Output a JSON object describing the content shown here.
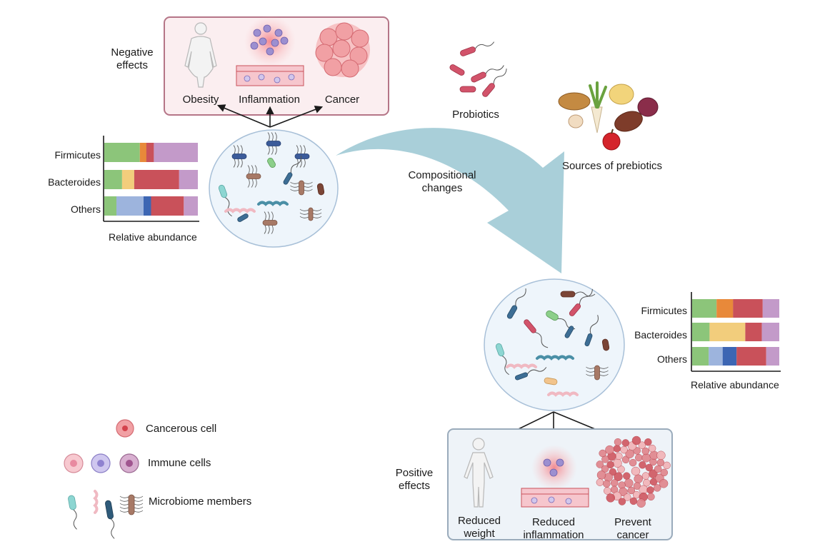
{
  "negative": {
    "heading": "Negative\neffects",
    "items": [
      "Obesity",
      "Inflammation",
      "Cancer"
    ]
  },
  "probiotics_label": "Probiotics",
  "prebiotics_label": "Sources of prebiotics",
  "arrow_label": "Compositional\nchanges",
  "positive": {
    "heading": "Positive\neffects",
    "items": [
      "Reduced\nweight",
      "Reduced\ninflammation",
      "Prevent\ncancer"
    ]
  },
  "legend": {
    "cancer": "Cancerous cell",
    "immune": "Immune cells",
    "microbiome": "Microbiome members"
  },
  "colors": {
    "green": "#8cc57a",
    "orange": "#e8893a",
    "red": "#c9515a",
    "purple": "#c39ac9",
    "yellow": "#f2cd7c",
    "lightblue": "#9db4dd",
    "blue": "#3d66b3",
    "arrow": "#a9cfd9",
    "neg_box": "#b57587",
    "pos_box": "#9aabbb"
  },
  "chart_data": [
    {
      "type": "bar",
      "stacked": true,
      "orientation": "horizontal",
      "categories": [
        "Firmicutes",
        "Bacteroides",
        "Others"
      ],
      "xlabel": "Relative abundance",
      "segments": [
        [
          {
            "color": "green",
            "value": 0.38
          },
          {
            "color": "orange",
            "value": 0.07
          },
          {
            "color": "red",
            "value": 0.08
          },
          {
            "color": "purple",
            "value": 0.47
          }
        ],
        [
          {
            "color": "green",
            "value": 0.19
          },
          {
            "color": "yellow",
            "value": 0.13
          },
          {
            "color": "red",
            "value": 0.48
          },
          {
            "color": "purple",
            "value": 0.2
          }
        ],
        [
          {
            "color": "green",
            "value": 0.13
          },
          {
            "color": "lightblue",
            "value": 0.29
          },
          {
            "color": "blue",
            "value": 0.08
          },
          {
            "color": "red",
            "value": 0.35
          },
          {
            "color": "purple",
            "value": 0.15
          }
        ]
      ]
    },
    {
      "type": "bar",
      "stacked": true,
      "orientation": "horizontal",
      "categories": [
        "Firmicutes",
        "Bacteroides",
        "Others"
      ],
      "xlabel": "Relative abundance",
      "segments": [
        [
          {
            "color": "green",
            "value": 0.28
          },
          {
            "color": "orange",
            "value": 0.19
          },
          {
            "color": "red",
            "value": 0.34
          },
          {
            "color": "purple",
            "value": 0.19
          }
        ],
        [
          {
            "color": "green",
            "value": 0.2
          },
          {
            "color": "yellow",
            "value": 0.41
          },
          {
            "color": "red",
            "value": 0.19
          },
          {
            "color": "purple",
            "value": 0.2
          }
        ],
        [
          {
            "color": "green",
            "value": 0.19
          },
          {
            "color": "lightblue",
            "value": 0.16
          },
          {
            "color": "blue",
            "value": 0.16
          },
          {
            "color": "red",
            "value": 0.34
          },
          {
            "color": "purple",
            "value": 0.15
          }
        ]
      ]
    }
  ]
}
